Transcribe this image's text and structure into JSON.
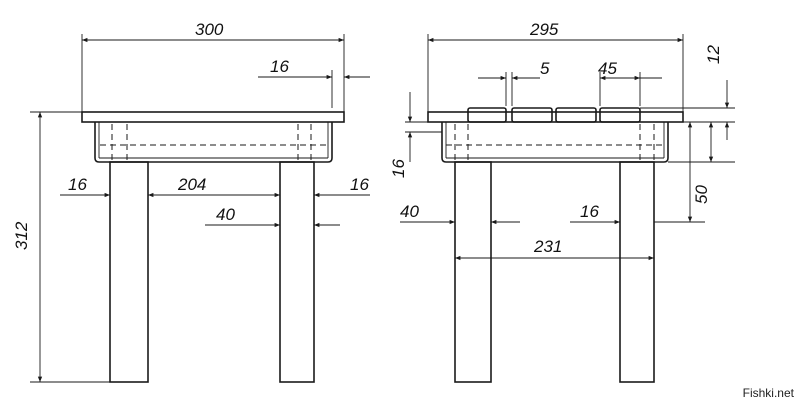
{
  "front_view": {
    "overall_width": "300",
    "rail_offset": "16",
    "left_offset": "16",
    "between_legs": "204",
    "right_offset": "16",
    "leg_width": "40",
    "height": "312"
  },
  "side_view": {
    "overall_depth": "295",
    "seat_thickness": "12",
    "slat_gap": "5",
    "slat_width": "45",
    "rail_inset": "16",
    "rail_height": "50",
    "leg_width": "40",
    "leg_inset": "16",
    "between_legs": "231"
  },
  "watermark": "Fishki.net"
}
